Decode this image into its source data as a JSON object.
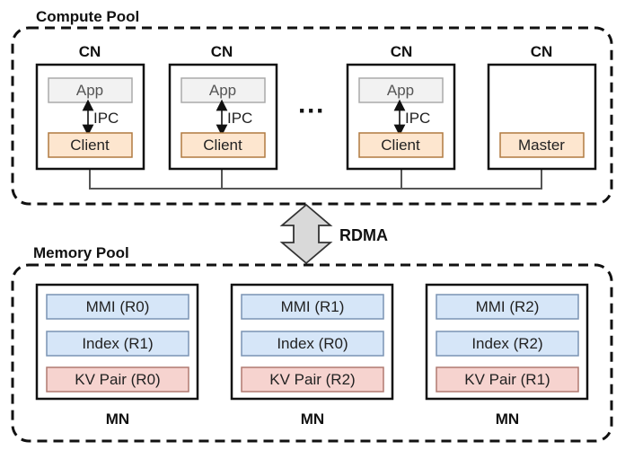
{
  "compute_pool": {
    "title": "Compute Pool",
    "nodes": [
      {
        "label": "CN",
        "app": "App",
        "ipc": "IPC",
        "client": "Client"
      },
      {
        "label": "CN",
        "app": "App",
        "ipc": "IPC",
        "client": "Client"
      },
      {
        "label": "CN",
        "app": "App",
        "ipc": "IPC",
        "client": "Client"
      },
      {
        "label": "CN",
        "master": "Master"
      }
    ],
    "ellipsis": "···"
  },
  "interconnect": {
    "label": "RDMA"
  },
  "memory_pool": {
    "title": "Memory Pool",
    "nodes": [
      {
        "label": "MN",
        "mmi": "MMI (R0)",
        "index": "Index (R1)",
        "kv": "KV Pair (R0)"
      },
      {
        "label": "MN",
        "mmi": "MMI (R1)",
        "index": "Index (R0)",
        "kv": "KV Pair (R2)"
      },
      {
        "label": "MN",
        "mmi": "MMI (R2)",
        "index": "Index (R2)",
        "kv": "KV Pair (R1)"
      }
    ]
  },
  "colors": {
    "app_fill": "#f2f2f2",
    "client_fill": "#fde6cf",
    "mmi_fill": "#d6e6f8",
    "kv_fill": "#f6d3cf",
    "arrow_fill": "#d9d9d9",
    "stroke": "#111111"
  }
}
